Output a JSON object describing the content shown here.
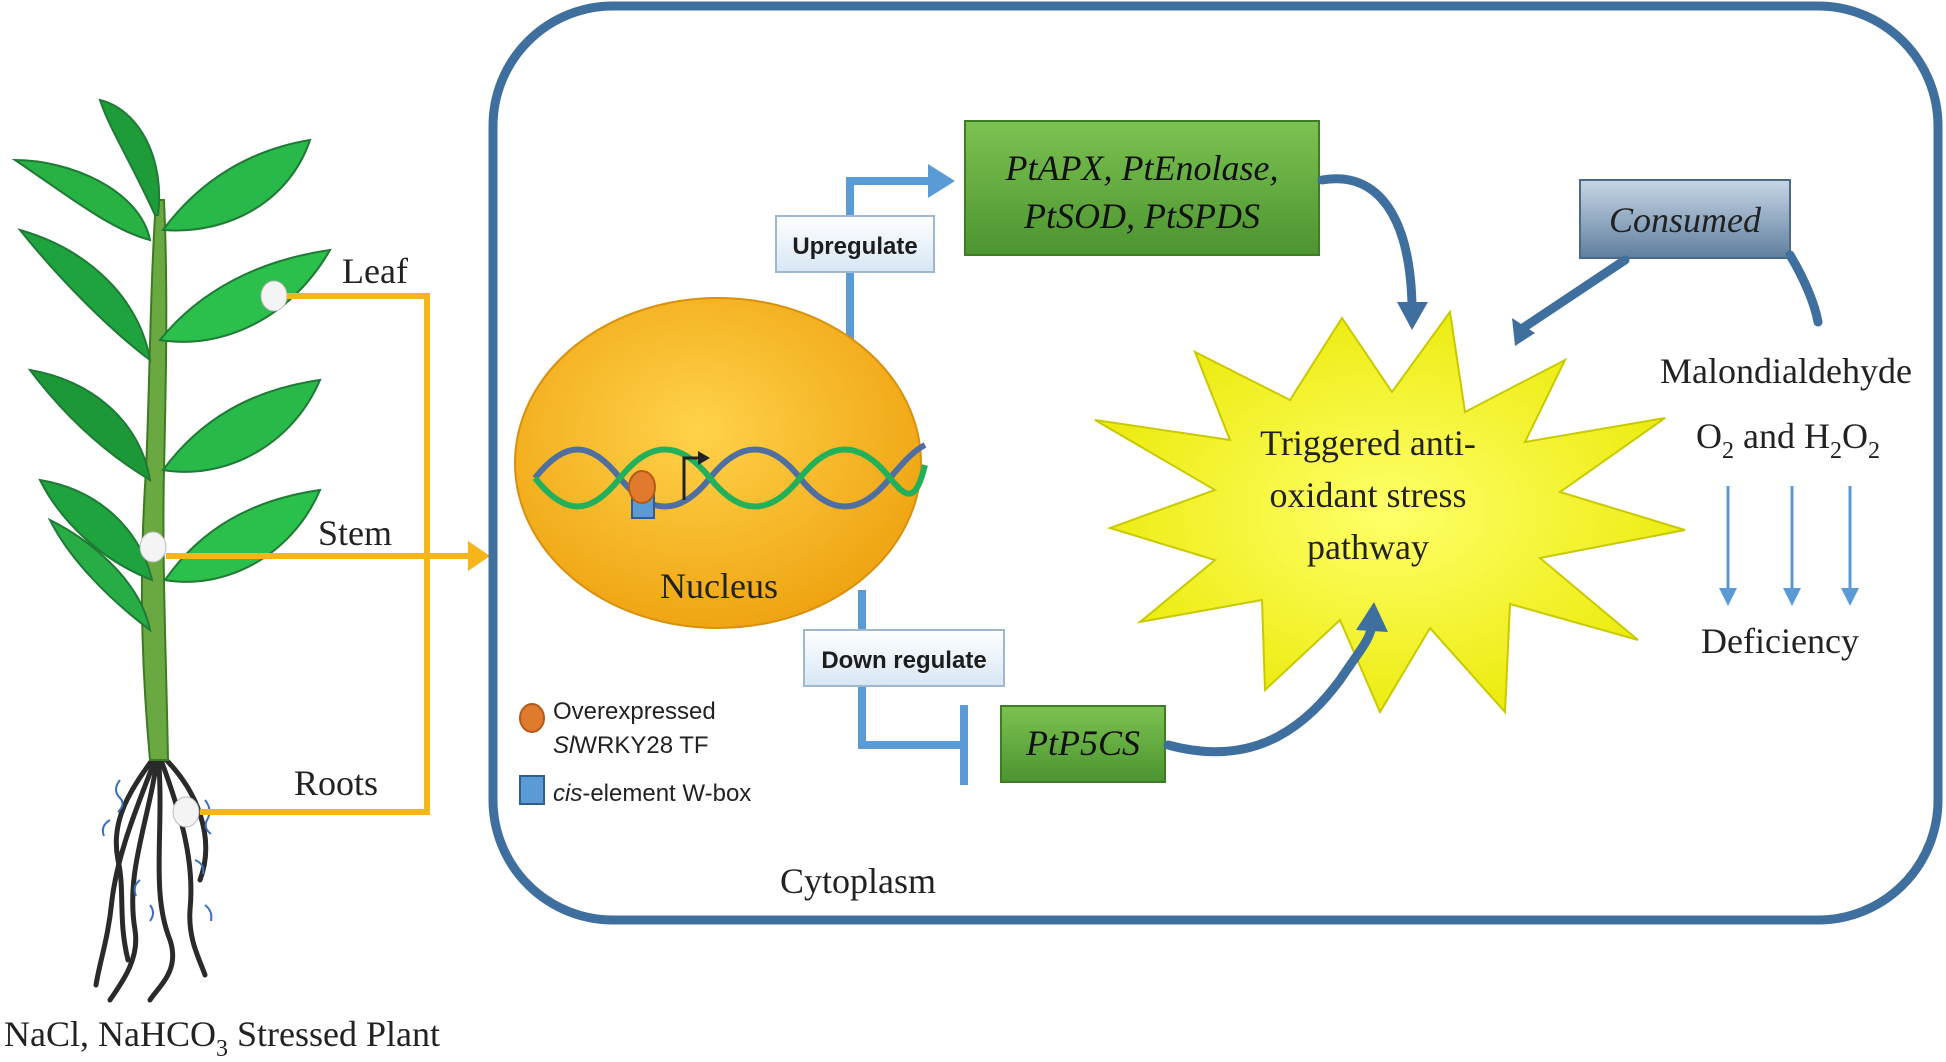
{
  "plant": {
    "leaf_label": "Leaf",
    "stem_label": "Stem",
    "roots_label": "Roots",
    "caption_prefix": "NaCl, NaHCO",
    "caption_sub": "3",
    "caption_suffix": " Stressed Plant"
  },
  "cell": {
    "cytoplasm_label": "Cytoplasm",
    "nucleus_label": "Nucleus",
    "upregulate_label": "Upregulate",
    "downregulate_label": "Down regulate",
    "up_genes_line1": "PtAPX, PtEnolase,",
    "up_genes_line2": "PtSOD, PtSPDS",
    "down_gene": "PtP5CS",
    "consumed_label": "Consumed",
    "pathway_line1": "Triggered anti-",
    "pathway_line2": "oxidant stress",
    "pathway_line3": "pathway",
    "malondialdehyde": "Malondialdehyde",
    "o2_prefix": "O",
    "o2_sub": "2",
    "and_text": " and H",
    "h2o2_sub1": "2",
    "h2o2_o": "O",
    "h2o2_sub2": "2",
    "deficiency": "Deficiency"
  },
  "legend": {
    "tf_line1": "Overexpressed",
    "tf_italic": "Sl",
    "tf_rest": "WRKY28 TF",
    "wbox_italic": "cis",
    "wbox_rest": "-element W-box"
  },
  "colors": {
    "cell_border": "#3f6f9f",
    "connector_orange": "#f6b619",
    "nucleus_fill": "#f3ac12",
    "gene_box_green": "#5ea73b",
    "consumed_box": "#6f8ca9",
    "starburst_yellow": "#f2f20a",
    "dna_green": "#22b05b",
    "dna_blue": "#4f6fa1",
    "arrow_light_blue": "#5b9bd5"
  }
}
